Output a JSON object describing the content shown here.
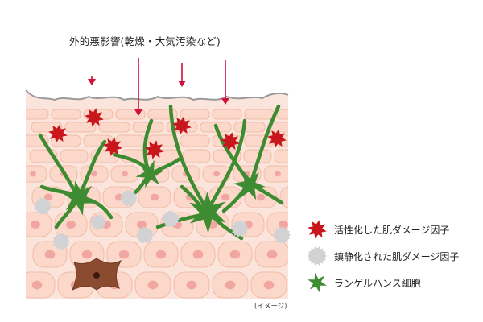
{
  "title": "外的悪影響(乾燥・大気汚染など)",
  "legend": {
    "items": [
      {
        "label": "活性化した肌ダメージ因子",
        "icon": "red-star-icon",
        "color": "#c8161d"
      },
      {
        "label": "鎮静化された肌ダメージ因子",
        "icon": "gray-spiky-circle-icon",
        "color": "#d2d2d4"
      },
      {
        "label": "ランゲルハンス細胞",
        "icon": "green-star-icon",
        "color": "#3e8c32"
      }
    ]
  },
  "caption": "(イメージ)",
  "colors": {
    "arrow": "#d10f3d",
    "skin_surface": "#fbe4dc",
    "surface_line": "#9a9a9a",
    "cell_fill": "#fbd8c9",
    "cell_edge": "#f2bca6",
    "nucleus": "#f2a6a2",
    "melanocyte": "#8a4b2e",
    "melanocyte_nucleus": "#3a1a10"
  }
}
